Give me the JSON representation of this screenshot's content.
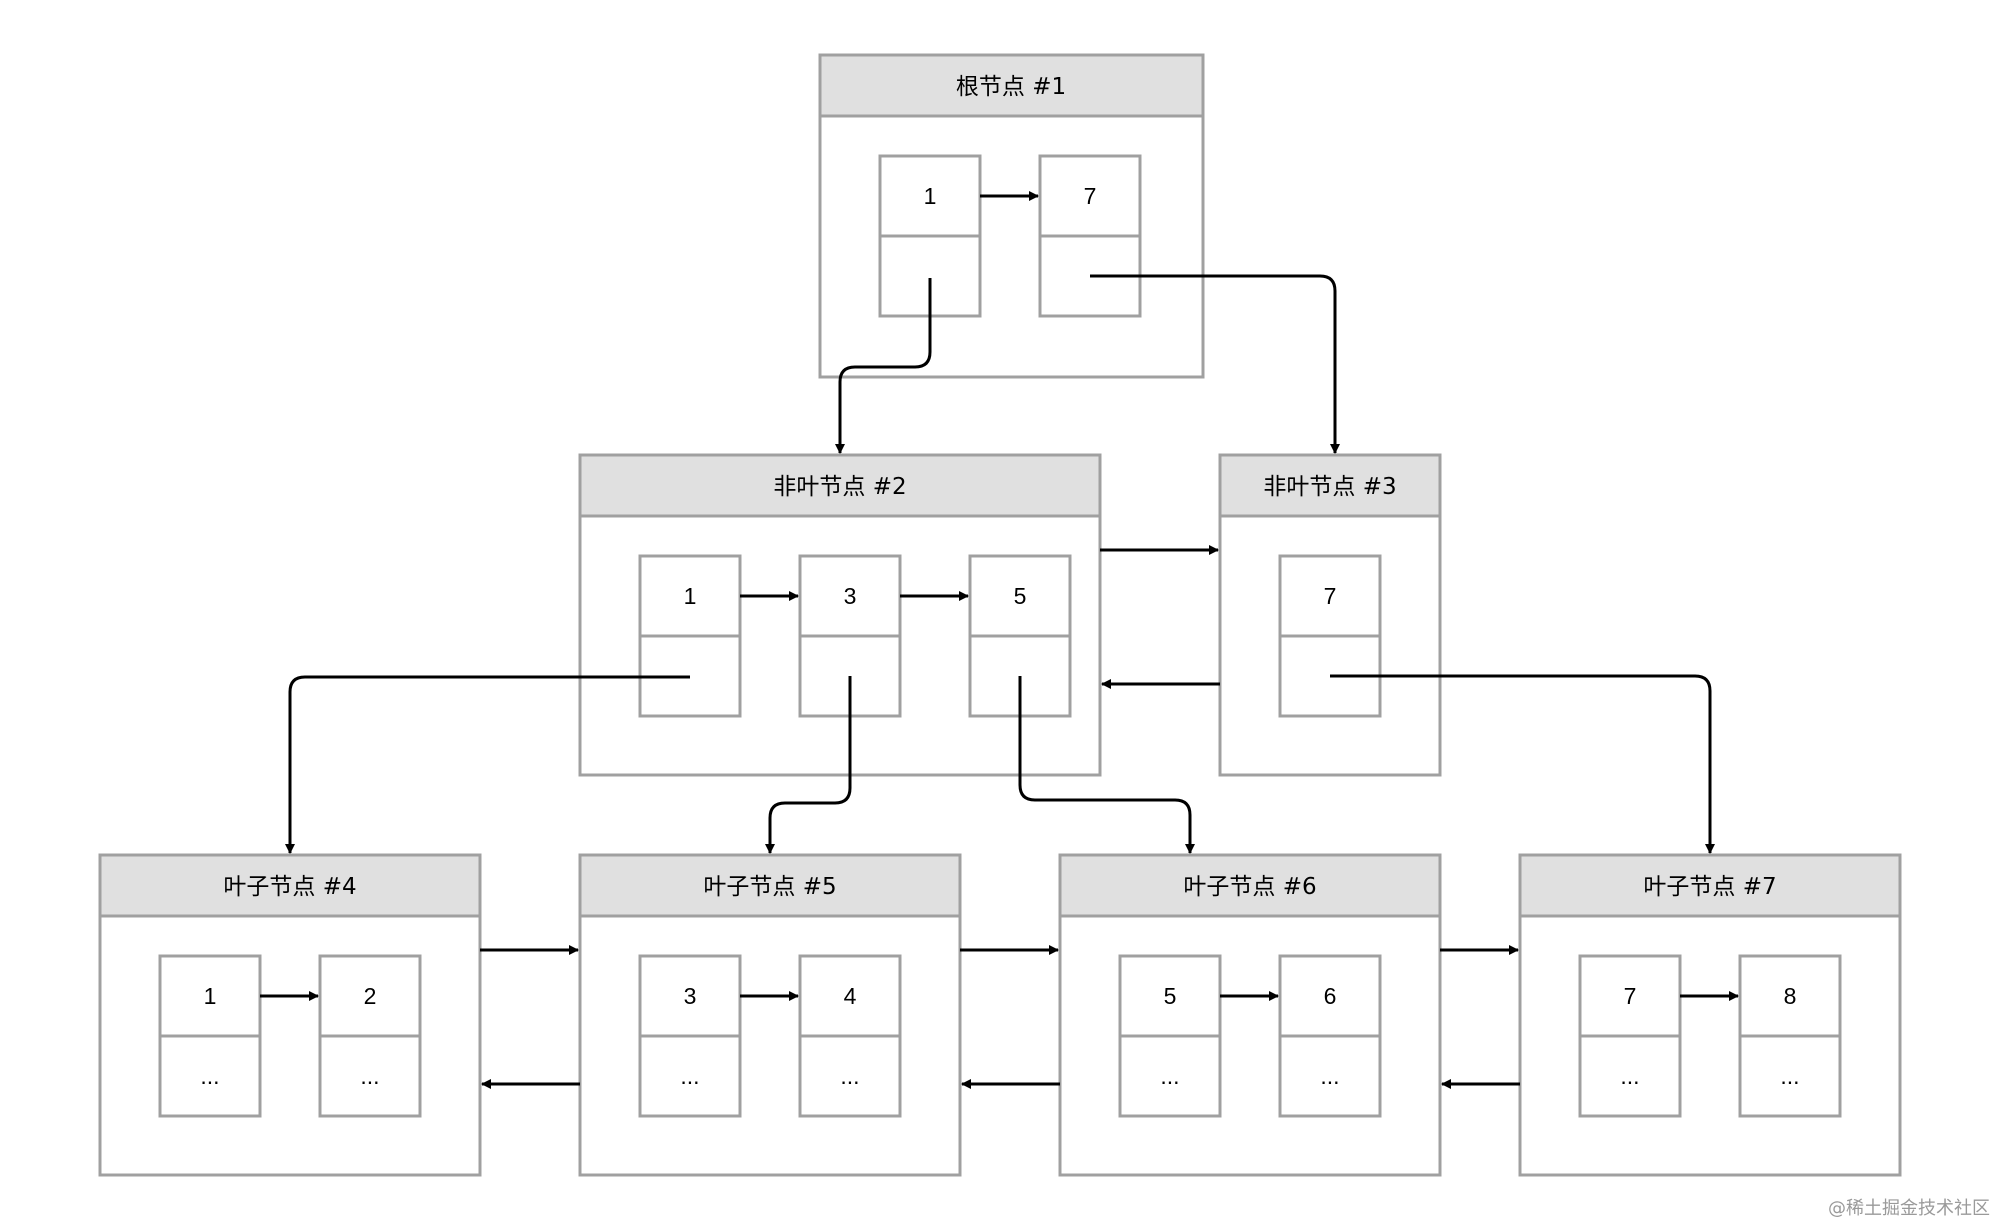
{
  "diagram": {
    "nodes": [
      {
        "id": "n1",
        "title": "根节点 #1",
        "keys": [
          "1",
          "7"
        ],
        "pointers": [
          "",
          ""
        ]
      },
      {
        "id": "n2",
        "title": "非叶节点 #2",
        "keys": [
          "1",
          "3",
          "5"
        ],
        "pointers": [
          "",
          "",
          ""
        ]
      },
      {
        "id": "n3",
        "title": "非叶节点 #3",
        "keys": [
          "7"
        ],
        "pointers": [
          ""
        ]
      },
      {
        "id": "n4",
        "title": "叶子节点 #4",
        "keys": [
          "1",
          "2"
        ],
        "pointers": [
          "...",
          "..."
        ]
      },
      {
        "id": "n5",
        "title": "叶子节点 #5",
        "keys": [
          "3",
          "4"
        ],
        "pointers": [
          "...",
          "..."
        ]
      },
      {
        "id": "n6",
        "title": "叶子节点 #6",
        "keys": [
          "5",
          "6"
        ],
        "pointers": [
          "...",
          "..."
        ]
      },
      {
        "id": "n7",
        "title": "叶子节点 #7",
        "keys": [
          "7",
          "8"
        ],
        "pointers": [
          "...",
          "..."
        ]
      }
    ],
    "edges": [
      {
        "from": "n1.p0",
        "to": "n2"
      },
      {
        "from": "n1.p1",
        "to": "n3"
      },
      {
        "from": "n2.p0",
        "to": "n4"
      },
      {
        "from": "n2.p1",
        "to": "n5"
      },
      {
        "from": "n2.p2",
        "to": "n6"
      },
      {
        "from": "n3.p0",
        "to": "n7"
      },
      {
        "from": "n2",
        "to": "n3",
        "kind": "sibling-next"
      },
      {
        "from": "n3",
        "to": "n2",
        "kind": "sibling-prev"
      },
      {
        "from": "n4",
        "to": "n5",
        "kind": "sibling-next"
      },
      {
        "from": "n5",
        "to": "n4",
        "kind": "sibling-prev"
      },
      {
        "from": "n5",
        "to": "n6",
        "kind": "sibling-next"
      },
      {
        "from": "n6",
        "to": "n5",
        "kind": "sibling-prev"
      },
      {
        "from": "n6",
        "to": "n7",
        "kind": "sibling-next"
      },
      {
        "from": "n7",
        "to": "n6",
        "kind": "sibling-prev"
      }
    ]
  },
  "watermark": "@稀土掘金技术社区",
  "colors": {
    "border": "#a0a0a0",
    "header_fill": "#e0e0e0",
    "arrow": "#000000",
    "background": "#ffffff"
  }
}
